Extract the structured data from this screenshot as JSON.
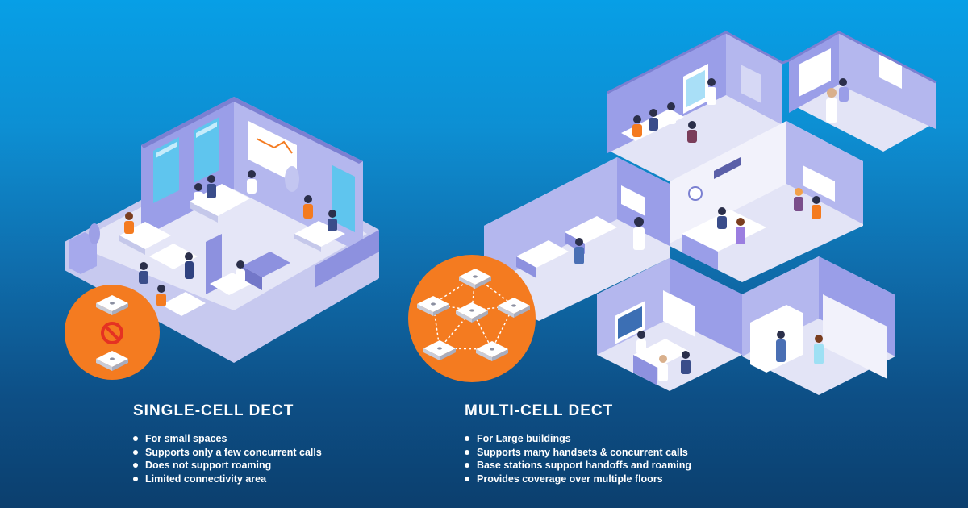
{
  "single_cell": {
    "title": "SINGLE-CELL DECT",
    "features": [
      "For small spaces",
      "Supports only a few concurrent calls",
      "Does not support roaming",
      "Limited connectivity area"
    ]
  },
  "multi_cell": {
    "title": "MULTI-CELL DECT",
    "features": [
      "For Large buildings",
      "Supports many handsets & concurrent calls",
      "Base stations support handoffs and roaming",
      "Provides coverage over multiple floors"
    ]
  },
  "icons": {
    "single_cell_badge": [
      "dect-base-station-icon",
      "no-symbol-icon",
      "dect-base-station-icon"
    ],
    "multi_cell_badge": [
      "dect-base-station-icon",
      "network-link-icon"
    ]
  },
  "colors": {
    "background_top": "#079fe6",
    "background_bottom": "#0c3f6e",
    "badge_orange": "#f47b20",
    "no_symbol_red": "#e53222",
    "wall_lavender": "#9a9ee8",
    "floor_light": "#e7e8f6"
  }
}
